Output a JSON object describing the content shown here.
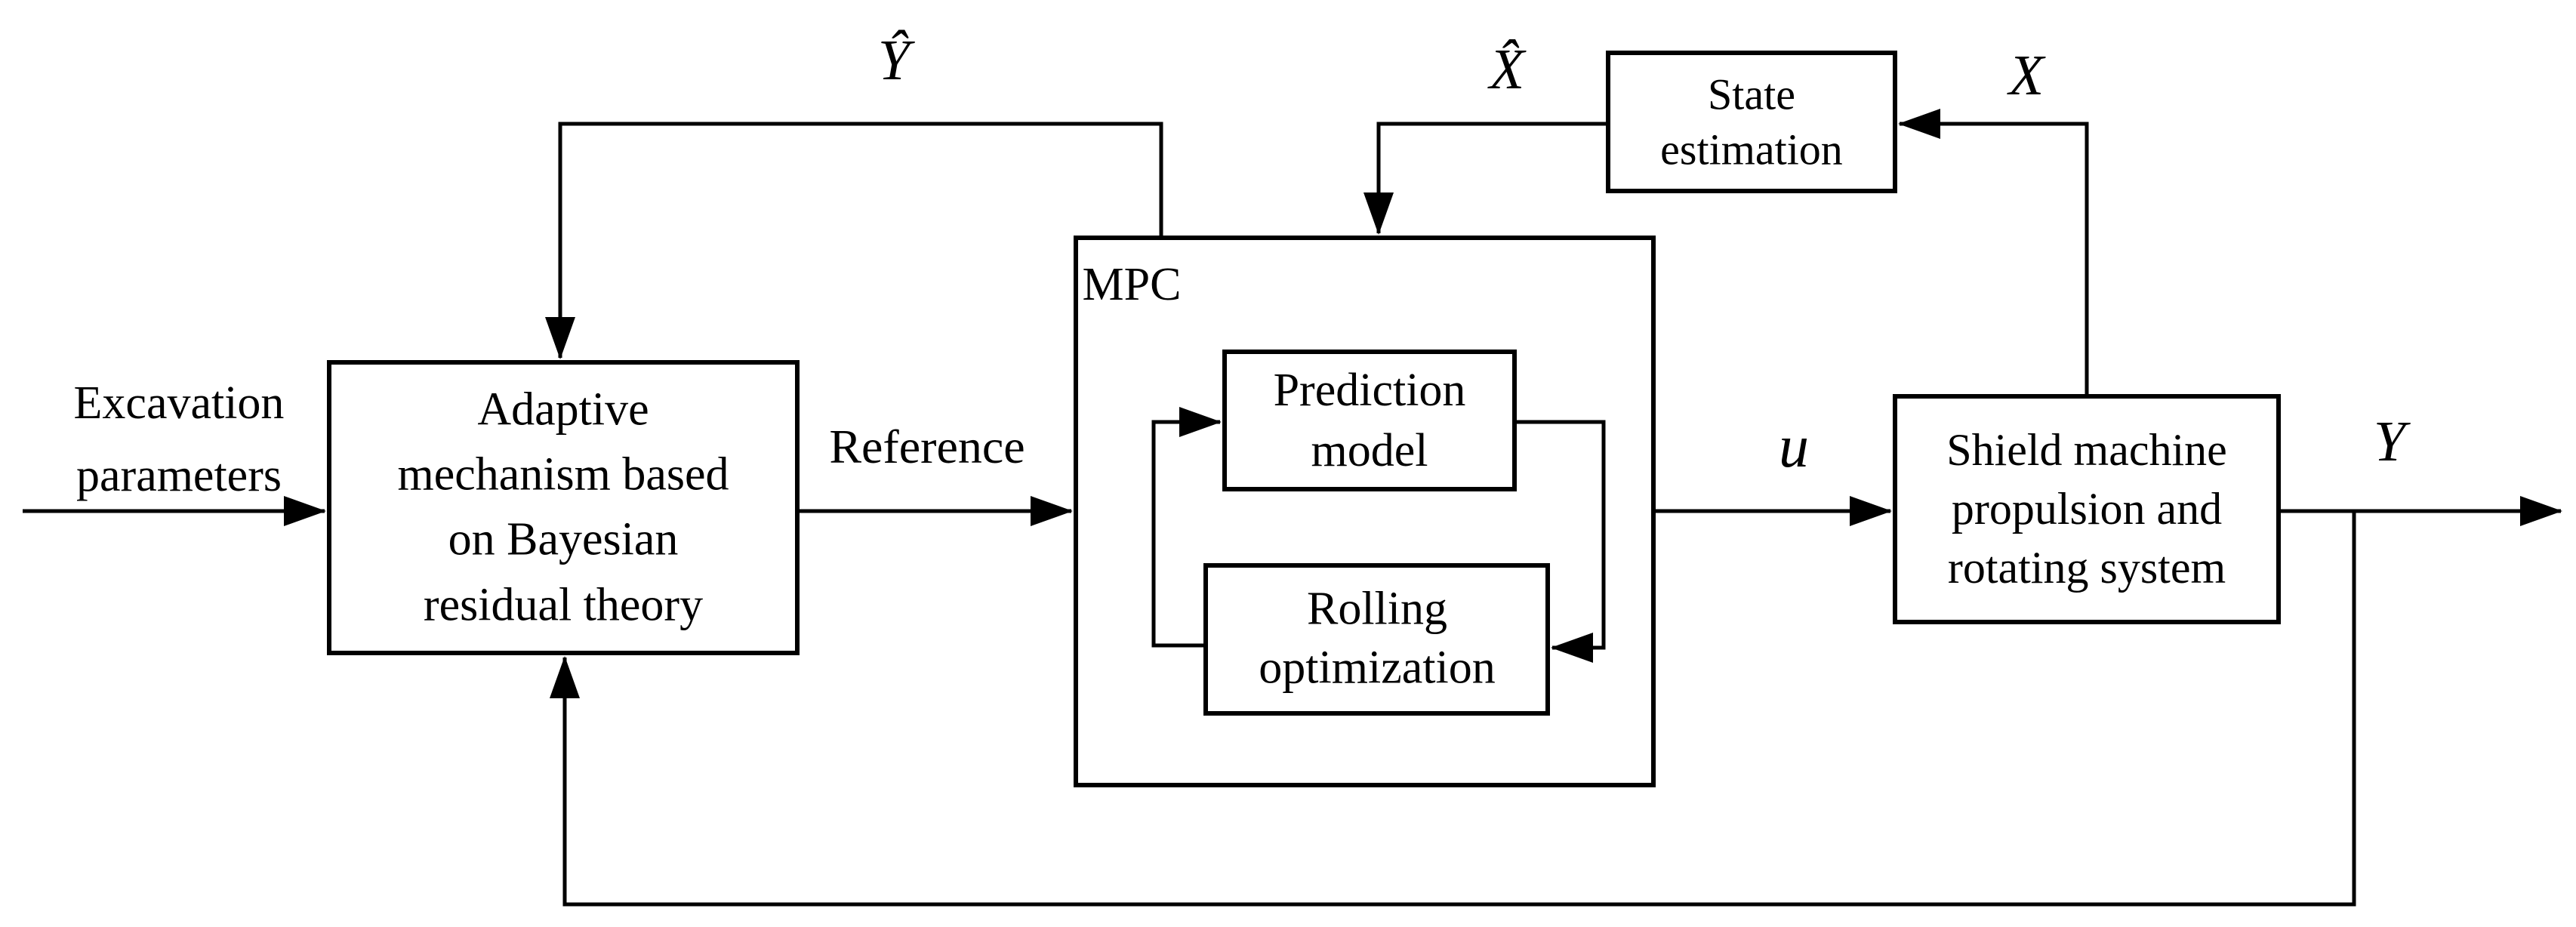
{
  "boxes": {
    "adaptive": "Adaptive\nmechanism based\non Bayesian\nresidual theory",
    "mpc": "MPC",
    "prediction": "Prediction\nmodel",
    "rolling": "Rolling\noptimization",
    "state_estimation": "State\nestimation",
    "shield": "Shield machine\npropulsion and\nrotating system"
  },
  "signals": {
    "input": "Excavation\nparameters",
    "reference": "Reference",
    "y_hat": "Ŷ",
    "x_hat": "X̂",
    "x": "X",
    "u": "u",
    "y": "Y"
  },
  "colors": {
    "line": "#000000",
    "background": "#ffffff",
    "text": "#000000"
  }
}
